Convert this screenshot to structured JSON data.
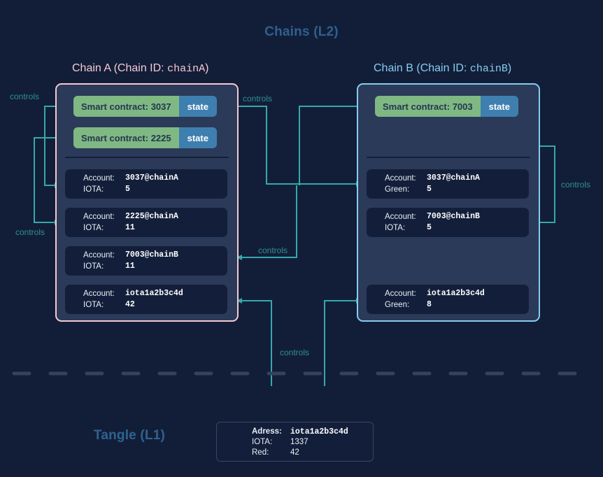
{
  "diagram": {
    "title_l2": "Chains (L2)",
    "title_l1": "Tangle (L1)",
    "colors": {
      "background": "#121e38",
      "chain_a_accent": "#f6c9d4",
      "chain_b_accent": "#86cdf0",
      "contract_green": "#7fb883",
      "state_blue": "#3e7fb0",
      "wire_teal": "#35a8ab",
      "heading_blue": "#2f5f8f"
    }
  },
  "chains": {
    "a": {
      "title_prefix": "Chain A (Chain ID: ",
      "title_id": "chainA",
      "title_suffix": ")",
      "contracts": [
        {
          "name": "Smart contract: 3037",
          "state": "state"
        },
        {
          "name": "Smart contract: 2225",
          "state": "state"
        }
      ],
      "accounts": [
        {
          "k1": "Account:",
          "v1": "3037@chainA",
          "k2": "IOTA:",
          "v2": "5"
        },
        {
          "k1": "Account:",
          "v1": "2225@chainA",
          "k2": "IOTA:",
          "v2": "11"
        },
        {
          "k1": "Account:",
          "v1": "7003@chainB",
          "k2": "IOTA:",
          "v2": "11"
        },
        {
          "k1": "Account:",
          "v1": "iota1a2b3c4d",
          "k2": "IOTA:",
          "v2": "42"
        }
      ]
    },
    "b": {
      "title_prefix": "Chain B (Chain ID: ",
      "title_id": "chainB",
      "title_suffix": ")",
      "contracts": [
        {
          "name": "Smart contract: 7003",
          "state": "state"
        }
      ],
      "accounts": [
        {
          "k1": "Account:",
          "v1": "3037@chainA",
          "k2": "Green:",
          "v2": "5"
        },
        {
          "k1": "Account:",
          "v1": "7003@chainB",
          "k2": "IOTA:",
          "v2": "5"
        },
        {
          "k1": "Account:",
          "v1": "iota1a2b3c4d",
          "k2": "Green:",
          "v2": "8"
        }
      ]
    }
  },
  "tangle": {
    "address_label": "Adress:",
    "address_value": "iota1a2b3c4d",
    "iota_label": "IOTA:",
    "iota_value": "1337",
    "red_label": "Red:",
    "red_value": "42"
  },
  "edge_labels": {
    "left_top": "controls",
    "left_bottom": "controls",
    "mid_top": "controls",
    "mid_bottom": "controls",
    "right": "controls",
    "bottom": "controls"
  }
}
